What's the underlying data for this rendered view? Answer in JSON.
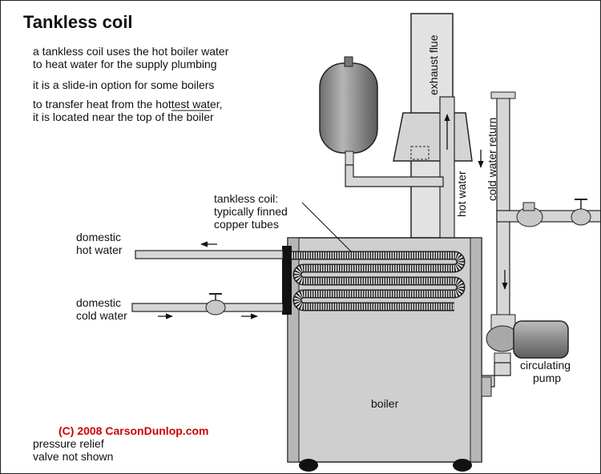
{
  "title": "Tankless coil",
  "notes": [
    {
      "lines": [
        "a tankless coil uses the hot boiler water",
        "to heat water for the supply plumbing"
      ]
    },
    {
      "lines": [
        "it is a slide-in option for some boilers"
      ]
    },
    {
      "lines": [
        "to transfer heat from the hottest water,",
        "it is located near the top of the boiler"
      ],
      "underlined_word": "hottest"
    }
  ],
  "labels": {
    "exhaust_flue": "exhaust flue",
    "hot_water": "hot water",
    "cold_water_return": "cold water return",
    "coil": [
      "tankless coil:",
      "typically finned",
      "copper tubes"
    ],
    "domestic_hot": [
      "domestic",
      "hot water"
    ],
    "domestic_cold": [
      "domestic",
      "cold water"
    ],
    "boiler": "boiler",
    "pump": [
      "circulating",
      "pump"
    ],
    "relief": [
      "pressure relief",
      "valve not shown"
    ]
  },
  "copyright": "(C) 2008 CarsonDunlop.com",
  "colors": {
    "boiler": "#cfcfcf",
    "pipe": "#d6d6d6",
    "tank": "#8c8c8c",
    "copyright": "#cc0000"
  }
}
